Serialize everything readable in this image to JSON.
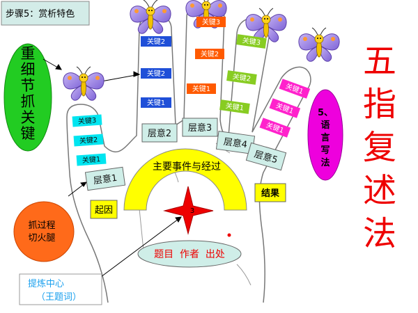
{
  "step_label": "步骤5：赏析特色",
  "left_oval": [
    "重",
    "细",
    "节",
    "抓",
    "关",
    "键"
  ],
  "orange_circle": [
    "抓过程",
    "切火腿"
  ],
  "refine_box": [
    "提炼中心",
    "（王题词）"
  ],
  "title_chars": [
    "五",
    "指",
    "复",
    "述",
    "法"
  ],
  "language_oval": [
    "5、",
    "语",
    "言",
    "写",
    "法"
  ],
  "arc_label": "主要事件与经过",
  "cause_label": "起因",
  "result_label": "结果",
  "star_number": "3",
  "title_oval": "题目  作者  出处",
  "key_label_1": "关键1",
  "key_label_2": "关键2",
  "key_label_3": "关键3",
  "layer_1": "层意1",
  "layer_2": "层意2",
  "layer_3": "层意3",
  "layer_4": "层意4",
  "layer_5": "层意5",
  "colors": {
    "green": "#22cc22",
    "orange": "#ff6a1a",
    "magenta": "#ee00dd",
    "yellow": "#ffff00",
    "cyan": "#00e5f0",
    "blue": "#1f4fd8",
    "key_orange": "#ff5a00",
    "key_green": "#88cc22",
    "key_magenta": "#ff22cc",
    "red": "#ee0000",
    "teal_box": "#cfeee8"
  }
}
